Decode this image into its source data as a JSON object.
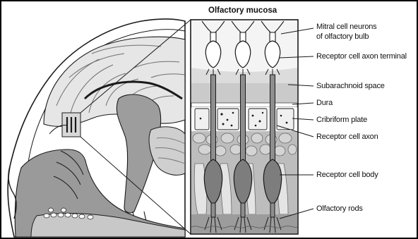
{
  "title": "Olfactory mucosa",
  "labels": {
    "mitral": "Mitral cell neurons\nof olfactory bulb",
    "mitral_line1": "Mitral cell neurons",
    "mitral_line2": "of olfactory bulb",
    "axon_terminal": "Receptor cell axon terminal",
    "subarachnoid": "Subarachnoid space",
    "dura": "Dura",
    "cribriform": "Cribriform plate",
    "axon": "Receptor cell axon",
    "cell_body": "Receptor cell body",
    "rods": "Olfactory rods"
  },
  "colors": {
    "ink": "#1a1a1a",
    "dark_fill": "#8a8a8a",
    "mid_fill": "#b9b9b9",
    "light_fill": "#e2e2e2",
    "bone": "#d6d6d6"
  }
}
